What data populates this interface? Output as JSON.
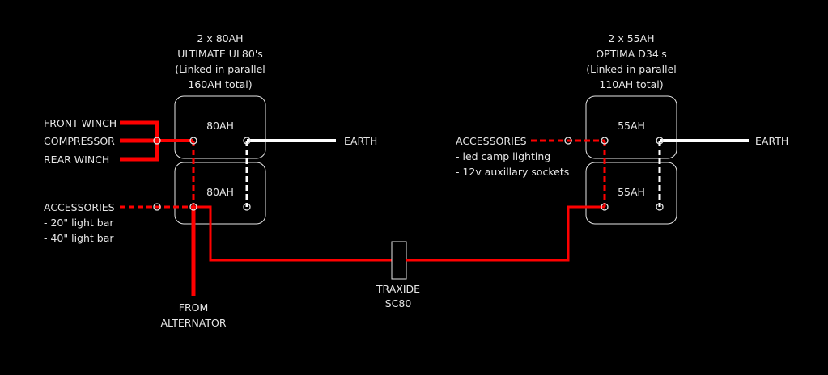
{
  "colors": {
    "background": "#000000",
    "positive_wire": "#ff0000",
    "earth_wire": "#ffffff",
    "text": "#e6e6e6"
  },
  "left_bank": {
    "title_lines": [
      "2 x 80AH",
      "ULTIMATE UL80's",
      "(Linked in parallel",
      "160AH total)"
    ],
    "battery_top_label": "80AH",
    "battery_bottom_label": "80AH",
    "earth_label": "EARTH",
    "loads": [
      "FRONT WINCH",
      "COMPRESSOR",
      "REAR WINCH"
    ],
    "accessories": {
      "title": "ACCESSORIES",
      "items": [
        "- 20\" light bar",
        "- 40\" light bar"
      ]
    },
    "alternator_lines": [
      "FROM",
      "ALTERNATOR"
    ]
  },
  "isolator": {
    "label_lines": [
      "TRAXIDE",
      "SC80"
    ]
  },
  "right_bank": {
    "title_lines": [
      "2 x 55AH",
      "OPTIMA D34's",
      "(Linked in parallel",
      "110AH total)"
    ],
    "battery_top_label": "55AH",
    "battery_bottom_label": "55AH",
    "earth_label": "EARTH",
    "accessories": {
      "title": "ACCESSORIES",
      "items": [
        "- led camp lighting",
        "- 12v auxillary sockets"
      ]
    }
  }
}
